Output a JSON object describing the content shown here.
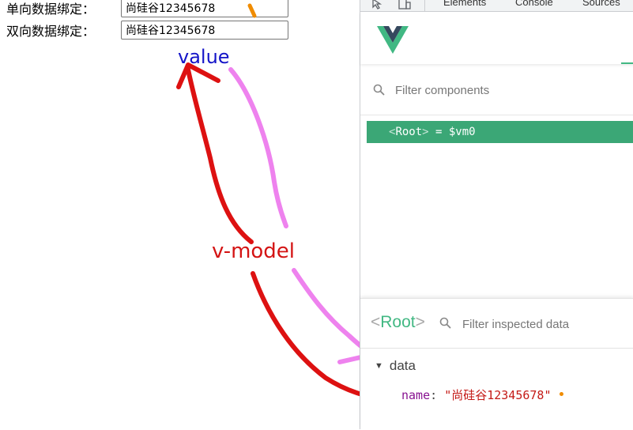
{
  "page": {
    "one_way_label": "单向数据绑定：",
    "one_way_value": "尚硅谷12345678",
    "two_way_label": "双向数据绑定：",
    "two_way_value": "尚硅谷12345678"
  },
  "annotations": {
    "value_label": "value",
    "vmodel_label": "v-model",
    "value_color": "#1414c8",
    "vmodel_color": "#d41414",
    "red_stroke_color": "#dd1111",
    "pink_stroke_color": "#ee82ee",
    "orange_mark_color": "#f08c00"
  },
  "devtools": {
    "tabs": [
      "Elements",
      "Console",
      "Sources"
    ],
    "icons": [
      "inspect-cursor-icon",
      "device-toggle-icon",
      "vue-logo-icon",
      "search-icon"
    ],
    "filter_components_placeholder": "Filter components",
    "root_open": "<",
    "root_name": "Root",
    "root_close": ">",
    "root_suffix": " = $vm0",
    "inspector_open": "<",
    "inspector_title": "Root",
    "inspector_close": ">",
    "filter_inspected_placeholder": "Filter inspected data",
    "data_section": "data",
    "prop_key": "name",
    "prop_value": "\"尚硅谷12345678\"",
    "accent_color": "#42b883",
    "selected_color": "#3ba776"
  }
}
